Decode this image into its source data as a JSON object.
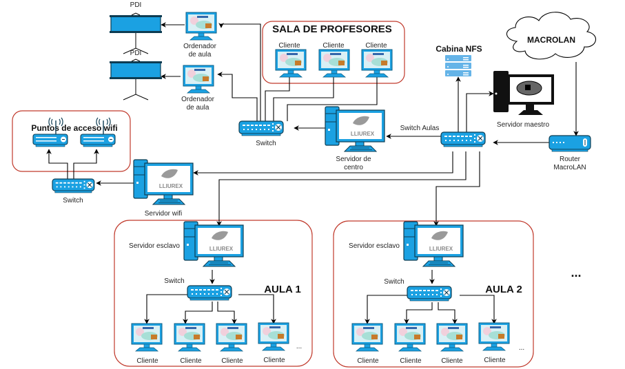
{
  "colors": {
    "device_blue": "#1ba1e2",
    "device_dark": "#10739e",
    "group_border": "#c0392b",
    "nfs_blue": "#65b4e8"
  },
  "pdi": [
    {
      "label": "PDI"
    },
    {
      "label": "PDI"
    }
  ],
  "ordenadores": [
    {
      "label_l1": "Ordenador",
      "label_l2": "de aula"
    },
    {
      "label_l1": "Ordenador",
      "label_l2": "de aula"
    }
  ],
  "sala_profesores": {
    "title": "SALA DE PROFESORES",
    "clients": [
      "Cliente",
      "Cliente",
      "Cliente"
    ]
  },
  "cabina_nfs": {
    "label": "Cabina NFS"
  },
  "macrolan": {
    "label": "MACROLAN"
  },
  "servidor_maestro": {
    "label": "Servidor maestro"
  },
  "router": {
    "label_l1": "Router",
    "label_l2": "MacroLAN"
  },
  "switch_aulas": {
    "label": "Switch Aulas"
  },
  "servidor_centro": {
    "label_l1": "Servidor de",
    "label_l2": "centro",
    "logo": "LLIUREX"
  },
  "switch_central": {
    "label": "Switch"
  },
  "wifi": {
    "title": "Puntos de acceso wifi",
    "switch_label": "Switch",
    "server_label": "Servidor wifi",
    "logo": "LLIUREX"
  },
  "aulas": [
    {
      "title": "AULA 1",
      "server_label": "Servidor esclavo",
      "switch_label": "Switch",
      "logo": "LLIUREX",
      "clients": [
        "Cliente",
        "Cliente",
        "Cliente",
        "Cliente"
      ],
      "more": "..."
    },
    {
      "title": "AULA 2",
      "server_label": "Servidor esclavo",
      "switch_label": "Switch",
      "logo": "LLIUREX",
      "clients": [
        "Cliente",
        "Cliente",
        "Cliente",
        "Cliente"
      ],
      "more": "..."
    }
  ],
  "more_aulas": "..."
}
